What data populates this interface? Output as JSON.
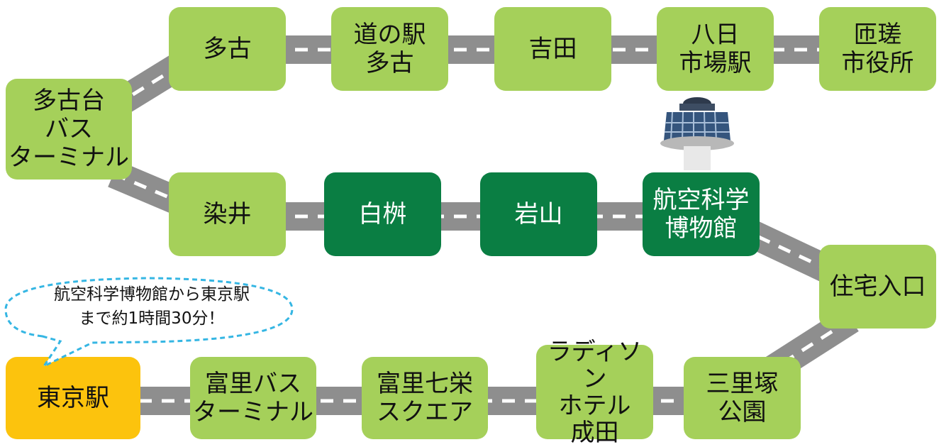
{
  "stops": {
    "tako_bus_terminal": "多古台\nバス\nターミナル",
    "tako": "多古",
    "michinoeki_tako": "道の駅\n多古",
    "yoshida": "吉田",
    "yokaichiba_station": "八日\n市場駅",
    "sosa_city_office": "匝瑳\n市役所",
    "somei": "染井",
    "shiromasu": "白桝",
    "iwayama": "岩山",
    "aviation_museum": "航空科学\n博物館",
    "jutaku_iriguchi": "住宅入口",
    "sanrizuka_park": "三里塚\n公園",
    "radisson_hotel": "ラディソン\nホテル\n成田",
    "tomisato_nanae_square": "富里七栄\nスクエア",
    "tomisato_bus_terminal": "富里バス\nターミナル",
    "tokyo_station": "東京駅"
  },
  "callout": {
    "line1": "航空科学博物館から東京駅",
    "line2": "まで約1時間30分！"
  },
  "colors": {
    "stop": "#a5d05a",
    "highlight_stop": "#0a7e43",
    "origin_stop": "#fcc30d",
    "road": "#8e8e8e",
    "road_dash": "#ffffff",
    "callout_border": "#35b6e3"
  },
  "icons": {
    "aviation_museum": "observation-tower-icon"
  }
}
